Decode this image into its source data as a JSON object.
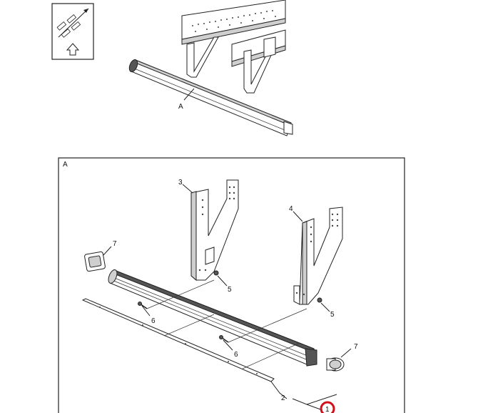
{
  "view_label": "A",
  "detail_label": "A",
  "callouts": {
    "c1": "1",
    "c2": "2",
    "c3": "3",
    "c4": "4",
    "c5a": "5",
    "c5b": "5",
    "c6a": "6",
    "c6b": "6",
    "c7a": "7",
    "c7b": "7"
  },
  "icons": {
    "orientation": "vehicle-orientation-arrow-icon"
  },
  "colors": {
    "highlight_ring": "#d0101a",
    "line": "#222222"
  }
}
